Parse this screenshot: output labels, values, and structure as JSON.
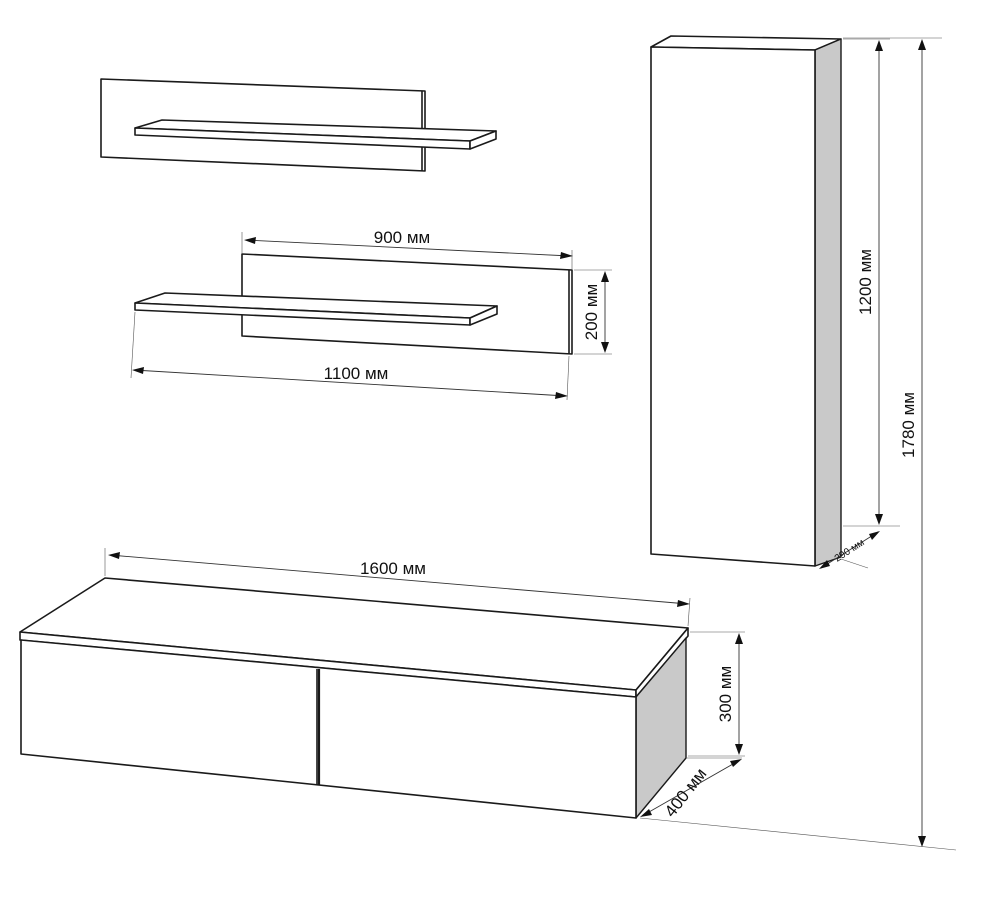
{
  "labels": {
    "shelf_panel_width": "900 мм",
    "shelf_width": "1100 мм",
    "shelf_panel_height": "200 мм",
    "cabinet_height": "1200 мм",
    "total_height": "1780 мм",
    "cabinet_depth": "290 мм",
    "tv_stand_width": "1600 мм",
    "tv_stand_height": "300 мм",
    "tv_stand_depth": "400 мм"
  },
  "colors": {
    "line": "#1a1a1a",
    "side_panel": "#c9c9c9",
    "face": "#ffffff"
  }
}
